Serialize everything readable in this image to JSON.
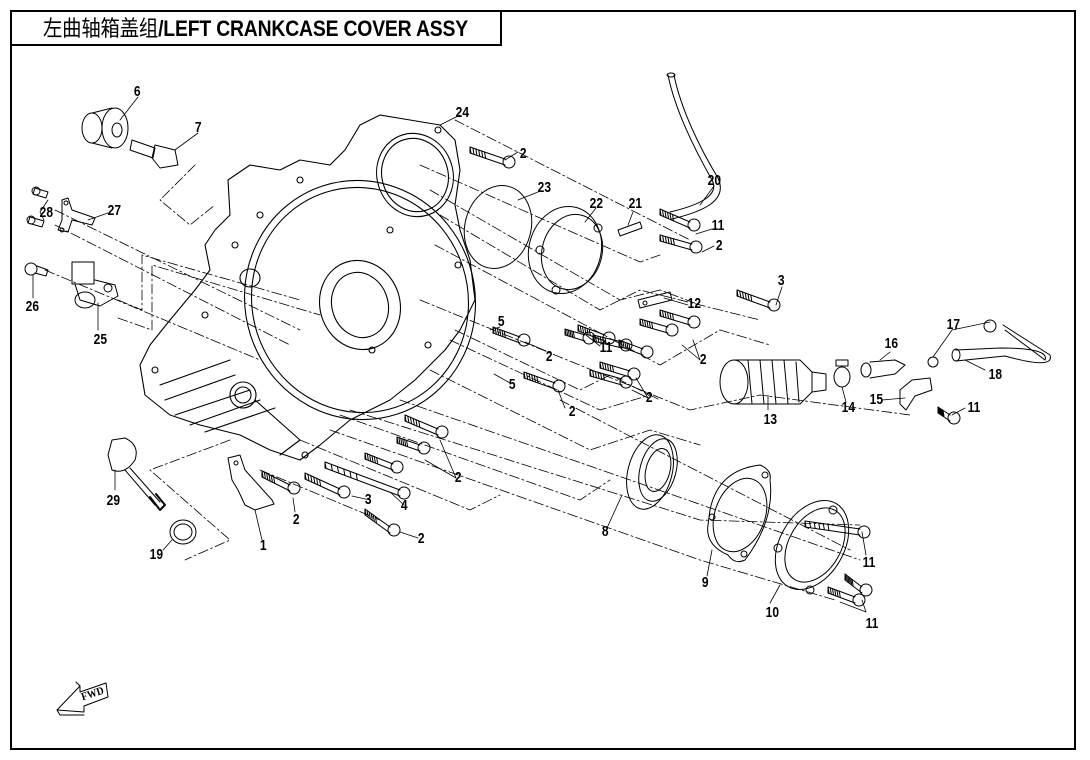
{
  "title": {
    "zh": "左曲轴箱盖组",
    "separator": "/",
    "en": "LEFT CRANKCASE COVER ASSY"
  },
  "orientation_marker": {
    "label": "FWD",
    "icon": "fwd-arrow-icon"
  },
  "callouts": [
    {
      "id": "c6",
      "label": "6",
      "part": "seal-plug"
    },
    {
      "id": "c7",
      "label": "7",
      "part": "bolt"
    },
    {
      "id": "c28",
      "label": "28",
      "part": "bolt"
    },
    {
      "id": "c27",
      "label": "27",
      "part": "bracket"
    },
    {
      "id": "c26",
      "label": "26",
      "part": "bolt"
    },
    {
      "id": "c25",
      "label": "25",
      "part": "sensor"
    },
    {
      "id": "c24",
      "label": "24",
      "part": "left-crankcase-cover"
    },
    {
      "id": "c2a",
      "label": "2",
      "part": "flange-bolt"
    },
    {
      "id": "c23",
      "label": "23",
      "part": "o-ring"
    },
    {
      "id": "c22",
      "label": "22",
      "part": "cover"
    },
    {
      "id": "c21",
      "label": "21",
      "part": "pipe-joint"
    },
    {
      "id": "c20",
      "label": "20",
      "part": "breather-hose"
    },
    {
      "id": "c11a",
      "label": "11",
      "part": "bolt"
    },
    {
      "id": "c2b",
      "label": "2",
      "part": "flange-bolt"
    },
    {
      "id": "c3a",
      "label": "3",
      "part": "flange-bolt"
    },
    {
      "id": "c12",
      "label": "12",
      "part": "clip"
    },
    {
      "id": "c5a",
      "label": "5",
      "part": "dowel-pin"
    },
    {
      "id": "c2c",
      "label": "2",
      "part": "flange-bolt"
    },
    {
      "id": "c11b",
      "label": "11",
      "part": "bolt"
    },
    {
      "id": "c2d",
      "label": "2",
      "part": "flange-bolt"
    },
    {
      "id": "c5b",
      "label": "5",
      "part": "dowel-pin"
    },
    {
      "id": "c2e",
      "label": "2",
      "part": "flange-bolt"
    },
    {
      "id": "c2f",
      "label": "2",
      "part": "flange-bolt"
    },
    {
      "id": "c17",
      "label": "17",
      "part": "hose-clamp"
    },
    {
      "id": "c16",
      "label": "16",
      "part": "pipe-joint"
    },
    {
      "id": "c18",
      "label": "18",
      "part": "hose"
    },
    {
      "id": "c13",
      "label": "13",
      "part": "air-filter"
    },
    {
      "id": "c14",
      "label": "14",
      "part": "hose-clamp"
    },
    {
      "id": "c15",
      "label": "15",
      "part": "bracket"
    },
    {
      "id": "c11c",
      "label": "11",
      "part": "bolt"
    },
    {
      "id": "c2g",
      "label": "2",
      "part": "flange-bolt"
    },
    {
      "id": "c29",
      "label": "29",
      "part": "oil-dipstick"
    },
    {
      "id": "c19",
      "label": "19",
      "part": "o-ring"
    },
    {
      "id": "c1",
      "label": "1",
      "part": "guard"
    },
    {
      "id": "c2h",
      "label": "2",
      "part": "flange-bolt"
    },
    {
      "id": "c3b",
      "label": "3",
      "part": "flange-bolt"
    },
    {
      "id": "c4",
      "label": "4",
      "part": "flange-bolt"
    },
    {
      "id": "c2i",
      "label": "2",
      "part": "flange-bolt"
    },
    {
      "id": "c8",
      "label": "8",
      "part": "oil-seal"
    },
    {
      "id": "c9",
      "label": "9",
      "part": "gasket"
    },
    {
      "id": "c10",
      "label": "10",
      "part": "cover"
    },
    {
      "id": "c11d",
      "label": "11",
      "part": "bolt"
    },
    {
      "id": "c11e",
      "label": "11",
      "part": "bolt"
    }
  ],
  "colors": {
    "line": "#000000",
    "background": "#ffffff"
  }
}
